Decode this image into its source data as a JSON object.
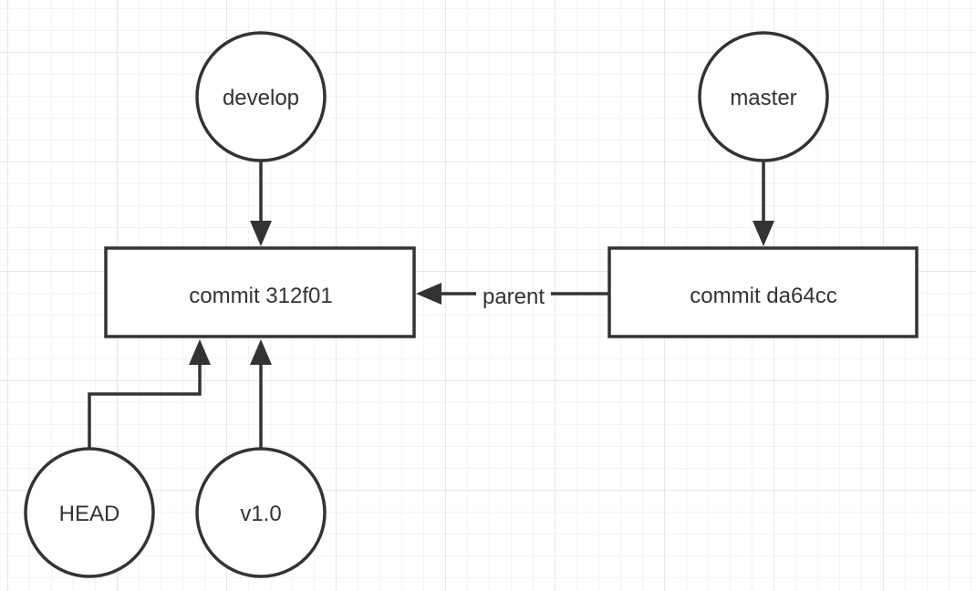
{
  "diagram": {
    "nodes": {
      "develop": {
        "label": "develop"
      },
      "master": {
        "label": "master"
      },
      "commit_312f01": {
        "label": "commit 312f01"
      },
      "commit_da64cc": {
        "label": "commit da64cc"
      },
      "head": {
        "label": "HEAD"
      },
      "v1_0": {
        "label": "v1.0"
      }
    },
    "edges": {
      "da64cc_to_312f01": {
        "label": "parent"
      }
    }
  }
}
